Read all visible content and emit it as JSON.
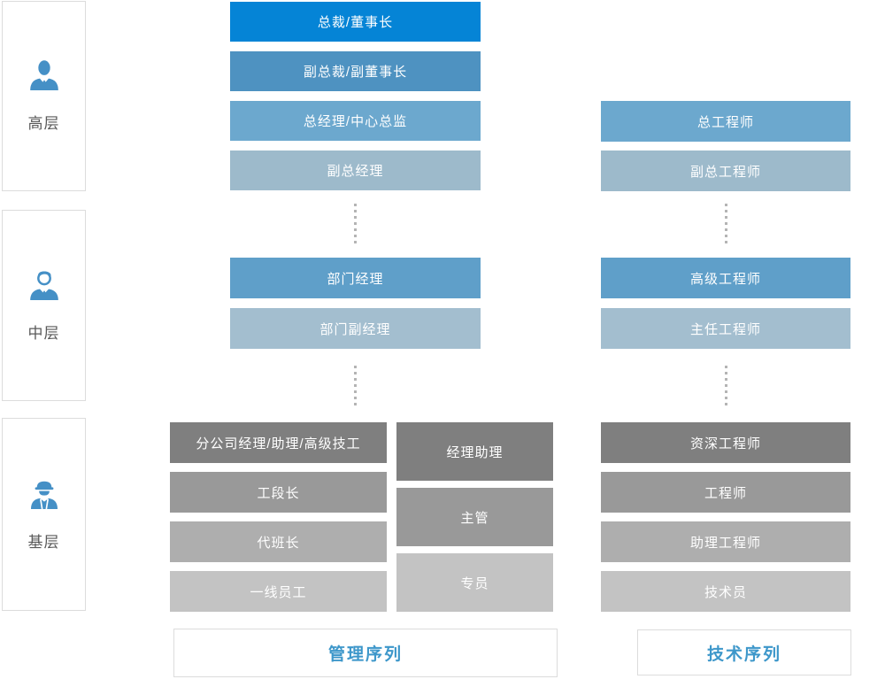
{
  "palette": {
    "accent_blue": "#3d97ca",
    "icon_blue": "#4590c6",
    "border_gray": "#dcdcdc",
    "dot_gray": "#b4b4b4",
    "side_label_gray": "#595959"
  },
  "sidebar": {
    "levels": [
      {
        "label": "高层",
        "icon": "executive-person-icon"
      },
      {
        "label": "中层",
        "icon": "middle-manager-person-icon"
      },
      {
        "label": "基层",
        "icon": "worker-person-icon"
      }
    ]
  },
  "management": {
    "footer_label": "管理序列",
    "executive_track": [
      {
        "label": "总裁/董事长",
        "color": "#0584d6"
      },
      {
        "label": "副总裁/副董事长",
        "color": "#4e92c1"
      },
      {
        "label": "总经理/中心总监",
        "color": "#6ca8ce"
      },
      {
        "label": "副总经理",
        "color": "#9dbacb"
      }
    ],
    "middle_track": [
      {
        "label": "部门经理",
        "color": "#5f9fc9"
      },
      {
        "label": "部门副经理",
        "color": "#a3becf"
      }
    ],
    "base_track_left": [
      {
        "label": "分公司经理/助理/高级技工",
        "color": "#7f7f7f"
      },
      {
        "label": "工段长",
        "color": "#999999"
      },
      {
        "label": "代班长",
        "color": "#aeaeae"
      },
      {
        "label": "一线员工",
        "color": "#c3c3c3"
      }
    ],
    "base_track_right": [
      {
        "label": "经理助理",
        "color": "#7f7f7f"
      },
      {
        "label": "主管",
        "color": "#999999"
      },
      {
        "label": "专员",
        "color": "#c3c3c3"
      }
    ]
  },
  "technical": {
    "footer_label": "技术序列",
    "executive_track": [
      {
        "label": "总工程师",
        "color": "#6ca8ce"
      },
      {
        "label": "副总工程师",
        "color": "#9dbacb"
      }
    ],
    "middle_track": [
      {
        "label": "高级工程师",
        "color": "#5f9fc9"
      },
      {
        "label": "主任工程师",
        "color": "#a3becf"
      }
    ],
    "base_track": [
      {
        "label": "资深工程师",
        "color": "#7f7f7f"
      },
      {
        "label": "工程师",
        "color": "#999999"
      },
      {
        "label": "助理工程师",
        "color": "#aeaeae"
      },
      {
        "label": "技术员",
        "color": "#c3c3c3"
      }
    ]
  }
}
